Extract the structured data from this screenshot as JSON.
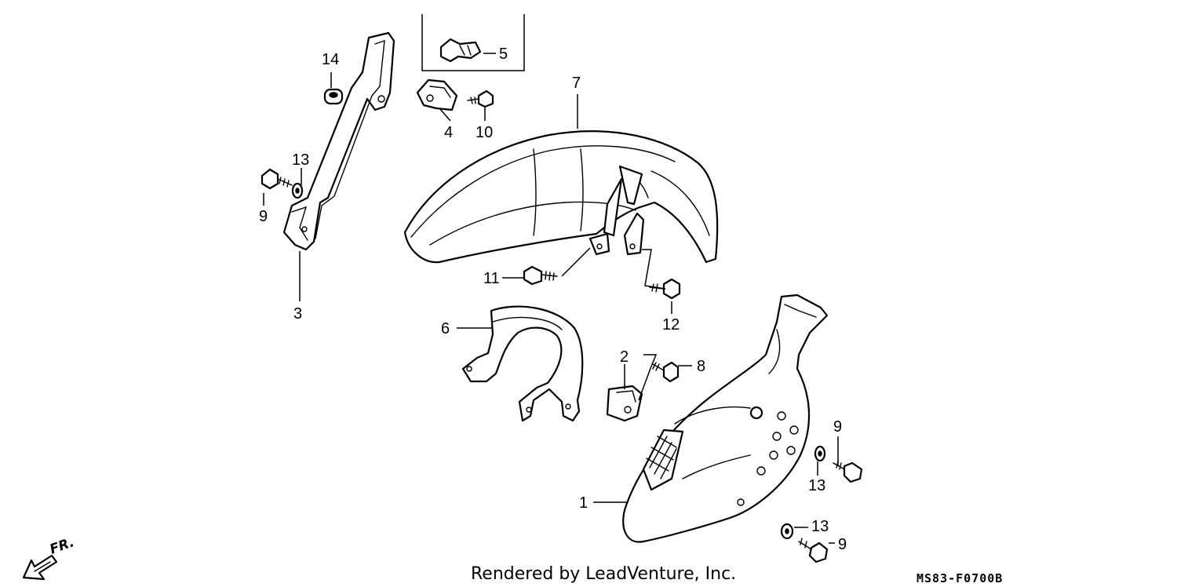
{
  "callouts": {
    "c1": "1",
    "c2": "2",
    "c3": "3",
    "c4": "4",
    "c5": "5",
    "c6": "6",
    "c7": "7",
    "c8": "8",
    "c9a": "9",
    "c9b": "9",
    "c9c": "9",
    "c10": "10",
    "c11": "11",
    "c12": "12",
    "c13a": "13",
    "c13b": "13",
    "c13c": "13",
    "c14": "14"
  },
  "direction_label": "FR.",
  "footer_text": "Rendered by LeadVenture, Inc.",
  "diagram_code": "MS83-F0700B"
}
